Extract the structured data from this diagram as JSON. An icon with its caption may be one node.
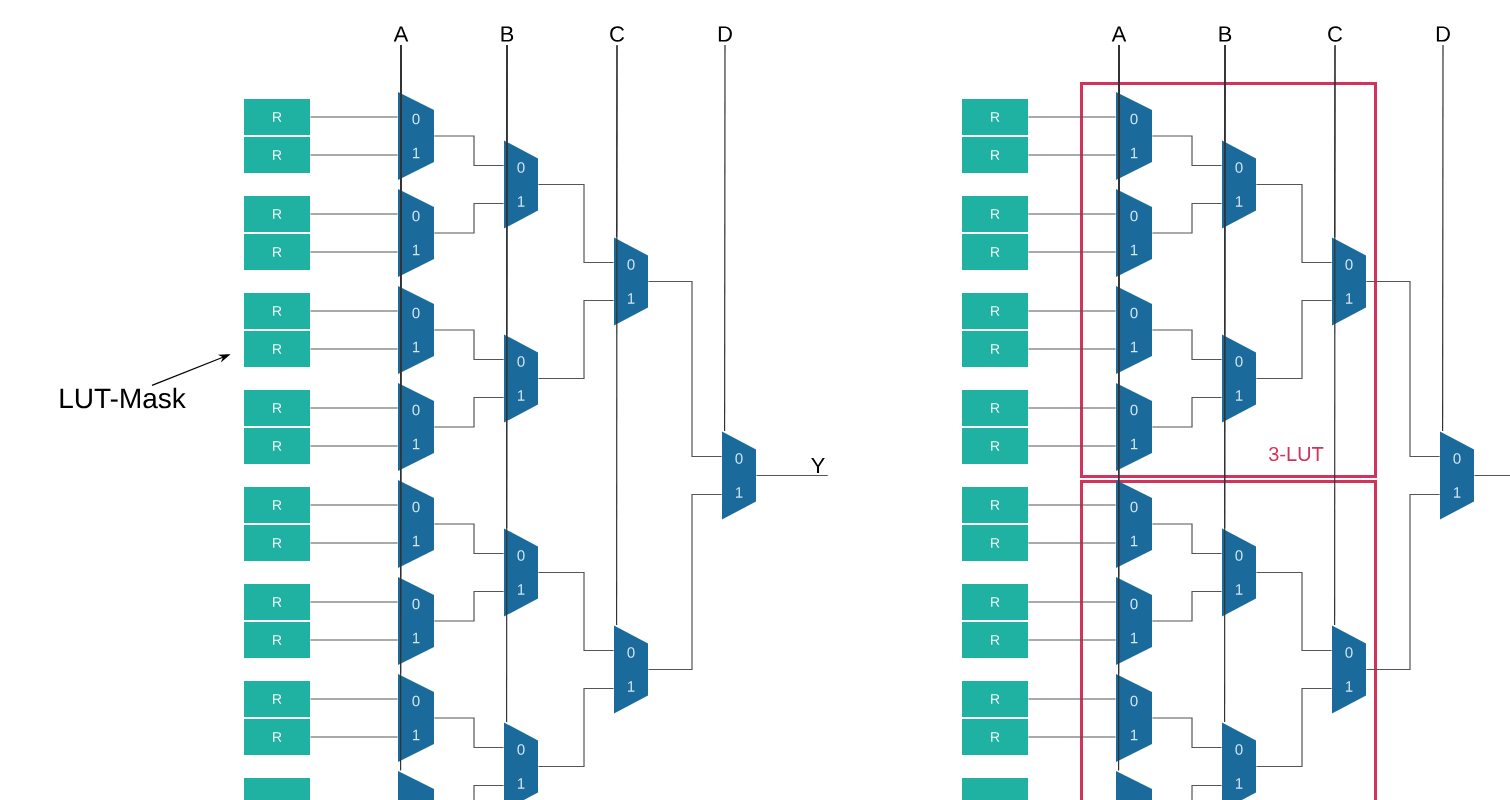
{
  "diagram": {
    "nodes": [
      {
        "text": [
          "A"
        ]
      },
      {
        "text": [
          "B"
        ]
      },
      {
        "text": [
          "C"
        ]
      },
      {
        "text": [
          "D"
        ]
      },
      {
        "text": [
          "R"
        ]
      },
      {
        "text": [
          "R"
        ]
      },
      {
        "text": [
          "R"
        ]
      },
      {
        "text": [
          "R"
        ]
      },
      {
        "text": [
          "R"
        ]
      },
      {
        "text": [
          "R"
        ]
      },
      {
        "text": [
          "R"
        ]
      },
      {
        "text": [
          "R"
        ]
      },
      {
        "text": [
          "R"
        ]
      },
      {
        "text": [
          "R"
        ]
      },
      {
        "text": [
          "R"
        ]
      },
      {
        "text": [
          "R"
        ]
      },
      {
        "text": [
          "R"
        ]
      },
      {
        "text": [
          "R"
        ]
      },
      {
        "text": [],
        "shape": "box"
      },
      {
        "text": [
          "0",
          "1"
        ]
      },
      {
        "text": [
          "0",
          "1"
        ]
      },
      {
        "text": [
          "0",
          "1"
        ]
      },
      {
        "text": [
          "0",
          "1"
        ]
      },
      {
        "text": [
          "0",
          "1"
        ]
      },
      {
        "text": [
          "0",
          "1"
        ]
      },
      {
        "text": [
          "0",
          "1"
        ]
      },
      {
        "text": [],
        "shape": "trapezoid"
      },
      {
        "text": [
          "0",
          "1"
        ]
      },
      {
        "text": [
          "0",
          "1"
        ]
      },
      {
        "text": [
          "0",
          "1"
        ]
      },
      {
        "text": [
          "0",
          "1"
        ]
      },
      {
        "text": [
          "0",
          "1"
        ]
      },
      {
        "text": [
          "0",
          "1"
        ]
      },
      {
        "text": [
          "0",
          "1"
        ]
      },
      {
        "text": [
          "Y"
        ]
      },
      {
        "text": [
          "LUT-Mask"
        ]
      },
      {
        "text": [
          "A"
        ]
      },
      {
        "text": [
          "B"
        ]
      },
      {
        "text": [
          "C"
        ]
      },
      {
        "text": [
          "D"
        ]
      },
      {
        "text": [
          "3-LUT"
        ]
      },
      {
        "text": [],
        "shape": "box"
      },
      {
        "text": [
          "R"
        ]
      },
      {
        "text": [
          "R"
        ]
      },
      {
        "text": [
          "R"
        ]
      },
      {
        "text": [
          "R"
        ]
      },
      {
        "text": [
          "R"
        ]
      },
      {
        "text": [
          "R"
        ]
      },
      {
        "text": [
          "R"
        ]
      },
      {
        "text": [
          "R"
        ]
      },
      {
        "text": [
          "R"
        ]
      },
      {
        "text": [
          "R"
        ]
      },
      {
        "text": [
          "R"
        ]
      },
      {
        "text": [
          "R"
        ]
      },
      {
        "text": [
          "R"
        ]
      },
      {
        "text": [
          "R"
        ]
      },
      {
        "text": [],
        "shape": "box"
      },
      {
        "text": [
          "0",
          "1"
        ],
        "in": 40
      },
      {
        "text": [
          "0",
          "1"
        ],
        "in": 40
      },
      {
        "text": [
          "0",
          "1"
        ],
        "in": 40
      },
      {
        "text": [
          "0",
          "1"
        ],
        "in": 40
      },
      {
        "text": [
          "0",
          "1"
        ],
        "in": 41
      },
      {
        "text": [
          "0",
          "1"
        ],
        "in": 41
      },
      {
        "text": [
          "0",
          "1"
        ],
        "in": 41
      },
      {
        "text": [],
        "shape": "trapezoid",
        "in": 41
      },
      {
        "text": [
          "0",
          "1"
        ],
        "in": 40
      },
      {
        "text": [
          "0",
          "1"
        ],
        "in": 40
      },
      {
        "text": [
          "0",
          "1"
        ],
        "in": 41
      },
      {
        "text": [
          "0",
          "1"
        ],
        "in": 41
      },
      {
        "text": [
          "0",
          "1"
        ],
        "in": 40
      },
      {
        "text": [
          "0",
          "1"
        ],
        "in": 41
      },
      {
        "text": [
          "0",
          "1"
        ]
      }
    ],
    "edges": [
      {
        "from": 4,
        "to": 19,
        "arrow": "none"
      },
      {
        "from": 5,
        "to": 19,
        "arrow": "none"
      },
      {
        "from": 6,
        "to": 20,
        "arrow": "none"
      },
      {
        "from": 7,
        "to": 20,
        "arrow": "none"
      },
      {
        "from": 8,
        "to": 21,
        "arrow": "none"
      },
      {
        "from": 9,
        "to": 21,
        "arrow": "none"
      },
      {
        "from": 10,
        "to": 22,
        "arrow": "none"
      },
      {
        "from": 11,
        "to": 22,
        "arrow": "none"
      },
      {
        "from": 12,
        "to": 23,
        "arrow": "none"
      },
      {
        "from": 13,
        "to": 23,
        "arrow": "none"
      },
      {
        "from": 14,
        "to": 24,
        "arrow": "none"
      },
      {
        "from": 15,
        "to": 24,
        "arrow": "none"
      },
      {
        "from": 16,
        "to": 25,
        "arrow": "none"
      },
      {
        "from": 17,
        "to": 25,
        "arrow": "none"
      },
      {
        "from": 19,
        "to": 27,
        "arrow": "none"
      },
      {
        "from": 20,
        "to": 27,
        "arrow": "none"
      },
      {
        "from": 21,
        "to": 28,
        "arrow": "none"
      },
      {
        "from": 22,
        "to": 28,
        "arrow": "none"
      },
      {
        "from": 23,
        "to": 29,
        "arrow": "none"
      },
      {
        "from": 24,
        "to": 29,
        "arrow": "none"
      },
      {
        "from": 25,
        "to": 30,
        "arrow": "none"
      },
      {
        "from": 26,
        "to": 30,
        "arrow": "none"
      },
      {
        "from": 27,
        "to": 31,
        "arrow": "none"
      },
      {
        "from": 28,
        "to": 31,
        "arrow": "none"
      },
      {
        "from": 29,
        "to": 32,
        "arrow": "none"
      },
      {
        "from": 30,
        "to": 32,
        "arrow": "none"
      },
      {
        "from": 31,
        "to": 33,
        "arrow": "none"
      },
      {
        "from": 32,
        "to": 33,
        "arrow": "none"
      },
      {
        "from": 33,
        "to": 34,
        "arrow": "none"
      },
      {
        "from": 0,
        "to": 19,
        "arrow": "none"
      },
      {
        "from": 0,
        "to": 20,
        "arrow": "none"
      },
      {
        "from": 0,
        "to": 21,
        "arrow": "none"
      },
      {
        "from": 0,
        "to": 22,
        "arrow": "none"
      },
      {
        "from": 0,
        "to": 23,
        "arrow": "none"
      },
      {
        "from": 0,
        "to": 24,
        "arrow": "none"
      },
      {
        "from": 0,
        "to": 25,
        "arrow": "none"
      },
      {
        "from": 0,
        "to": 26,
        "arrow": "none"
      },
      {
        "from": 1,
        "to": 27,
        "arrow": "none"
      },
      {
        "from": 1,
        "to": 28,
        "arrow": "none"
      },
      {
        "from": 1,
        "to": 29,
        "arrow": "none"
      },
      {
        "from": 1,
        "to": 30,
        "arrow": "none"
      },
      {
        "from": 2,
        "to": 31,
        "arrow": "none"
      },
      {
        "from": 2,
        "to": 32,
        "arrow": "none"
      },
      {
        "from": 3,
        "to": 33,
        "arrow": "none"
      },
      {
        "from": 35,
        "to": 9,
        "arrow": "to"
      },
      {
        "from": 42,
        "to": 57,
        "arrow": "none"
      },
      {
        "from": 43,
        "to": 57,
        "arrow": "none"
      },
      {
        "from": 44,
        "to": 58,
        "arrow": "none"
      },
      {
        "from": 45,
        "to": 58,
        "arrow": "none"
      },
      {
        "from": 46,
        "to": 59,
        "arrow": "none"
      },
      {
        "from": 47,
        "to": 59,
        "arrow": "none"
      },
      {
        "from": 48,
        "to": 60,
        "arrow": "none"
      },
      {
        "from": 49,
        "to": 60,
        "arrow": "none"
      },
      {
        "from": 50,
        "to": 61,
        "arrow": "none"
      },
      {
        "from": 51,
        "to": 61,
        "arrow": "none"
      },
      {
        "from": 52,
        "to": 62,
        "arrow": "none"
      },
      {
        "from": 53,
        "to": 62,
        "arrow": "none"
      },
      {
        "from": 54,
        "to": 63,
        "arrow": "none"
      },
      {
        "from": 55,
        "to": 63,
        "arrow": "none"
      },
      {
        "from": 57,
        "to": 65,
        "arrow": "none"
      },
      {
        "from": 58,
        "to": 65,
        "arrow": "none"
      },
      {
        "from": 59,
        "to": 66,
        "arrow": "none"
      },
      {
        "from": 60,
        "to": 66,
        "arrow": "none"
      },
      {
        "from": 61,
        "to": 67,
        "arrow": "none"
      },
      {
        "from": 62,
        "to": 67,
        "arrow": "none"
      },
      {
        "from": 63,
        "to": 68,
        "arrow": "none"
      },
      {
        "from": 64,
        "to": 68,
        "arrow": "none"
      },
      {
        "from": 65,
        "to": 69,
        "arrow": "none"
      },
      {
        "from": 66,
        "to": 69,
        "arrow": "none"
      },
      {
        "from": 67,
        "to": 70,
        "arrow": "none"
      },
      {
        "from": 68,
        "to": 70,
        "arrow": "none"
      },
      {
        "from": 69,
        "to": 71,
        "arrow": "none"
      },
      {
        "from": 70,
        "to": 71,
        "arrow": "none"
      },
      {
        "from": 71,
        "to": null,
        "arrow": "none"
      },
      {
        "from": 36,
        "to": 57,
        "arrow": "none"
      },
      {
        "from": 36,
        "to": 58,
        "arrow": "none"
      },
      {
        "from": 36,
        "to": 59,
        "arrow": "none"
      },
      {
        "from": 36,
        "to": 60,
        "arrow": "none"
      },
      {
        "from": 36,
        "to": 61,
        "arrow": "none"
      },
      {
        "from": 36,
        "to": 62,
        "arrow": "none"
      },
      {
        "from": 36,
        "to": 63,
        "arrow": "none"
      },
      {
        "from": 36,
        "to": 64,
        "arrow": "none"
      },
      {
        "from": 37,
        "to": 65,
        "arrow": "none"
      },
      {
        "from": 37,
        "to": 66,
        "arrow": "none"
      },
      {
        "from": 37,
        "to": 67,
        "arrow": "none"
      },
      {
        "from": 37,
        "to": 68,
        "arrow": "none"
      },
      {
        "from": 38,
        "to": 69,
        "arrow": "none"
      },
      {
        "from": 38,
        "to": 70,
        "arrow": "none"
      },
      {
        "from": 39,
        "to": 71,
        "arrow": "none"
      }
    ]
  }
}
